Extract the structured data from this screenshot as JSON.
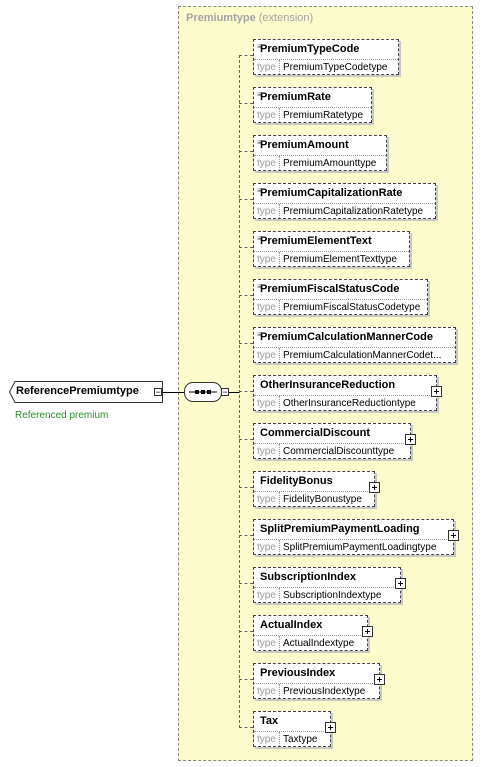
{
  "diagram": {
    "container_title": "Premiumtype",
    "container_note": "(extension)",
    "root_element": "ReferencePremiumtype",
    "root_annotation": "Referenced premium",
    "type_keyword": "type",
    "children": [
      {
        "name": "PremiumTypeCode",
        "type": "PremiumTypeCodetype",
        "expandable": false
      },
      {
        "name": "PremiumRate",
        "type": "PremiumRatetype",
        "expandable": false
      },
      {
        "name": "PremiumAmount",
        "type": "PremiumAmounttype",
        "expandable": false
      },
      {
        "name": "PremiumCapitalizationRate",
        "type": "PremiumCapitalizationRatetype",
        "expandable": false
      },
      {
        "name": "PremiumElementText",
        "type": "PremiumElementTexttype",
        "expandable": false
      },
      {
        "name": "PremiumFiscalStatusCode",
        "type": "PremiumFiscalStatusCodetype",
        "expandable": false
      },
      {
        "name": "PremiumCalculationMannerCode",
        "type": "PremiumCalculationMannerCodet...",
        "expandable": false
      },
      {
        "name": "OtherInsuranceReduction",
        "type": "OtherInsuranceReductiontype",
        "expandable": true
      },
      {
        "name": "CommercialDiscount",
        "type": "CommercialDiscounttype",
        "expandable": true
      },
      {
        "name": "FidelityBonus",
        "type": "FidelityBonustype",
        "expandable": true
      },
      {
        "name": "SplitPremiumPaymentLoading",
        "type": "SplitPremiumPaymentLoadingtype",
        "expandable": true
      },
      {
        "name": "SubscriptionIndex",
        "type": "SubscriptionIndextype",
        "expandable": true
      },
      {
        "name": "ActualIndex",
        "type": "ActualIndextype",
        "expandable": true
      },
      {
        "name": "PreviousIndex",
        "type": "PreviousIndextype",
        "expandable": true
      },
      {
        "name": "Tax",
        "type": "Taxtype",
        "expandable": true
      }
    ]
  }
}
